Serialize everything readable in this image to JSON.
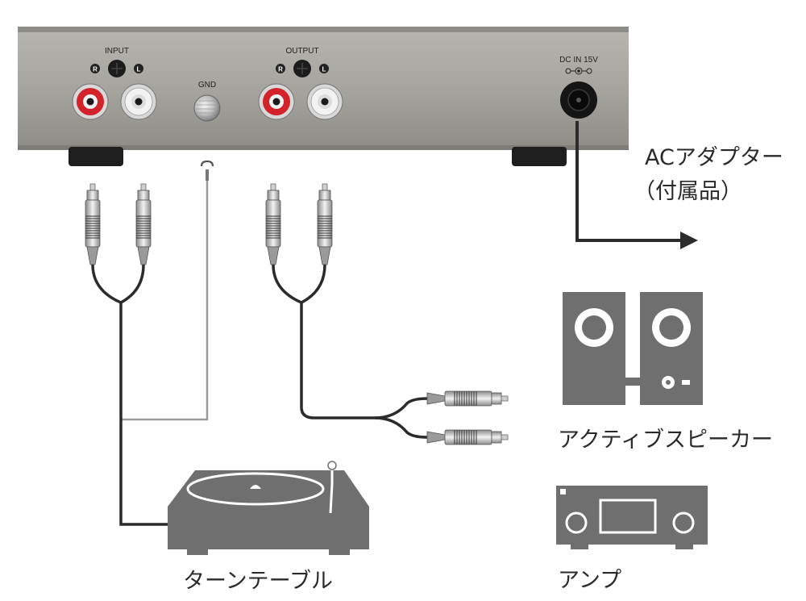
{
  "panel": {
    "input_label": "INPUT",
    "output_label": "OUTPUT",
    "gnd_label": "GND",
    "dc_label": "DC IN 15V",
    "right_marker": "R",
    "left_marker": "L"
  },
  "labels": {
    "ac_adapter_line1": "ACアダプター",
    "ac_adapter_line2": "（付属品）",
    "active_speaker": "アクティブスピーカー",
    "amp": "アンプ",
    "turntable": "ターンテーブル"
  },
  "colors": {
    "chassis": "#a7a59f",
    "chassis_dark": "#8c8a84",
    "jack_red": "#d3222a",
    "jack_white": "#f2f2f2",
    "device_gray": "#6f6f6f",
    "cable": "#2b2b2b",
    "ground_wire": "#999999"
  }
}
